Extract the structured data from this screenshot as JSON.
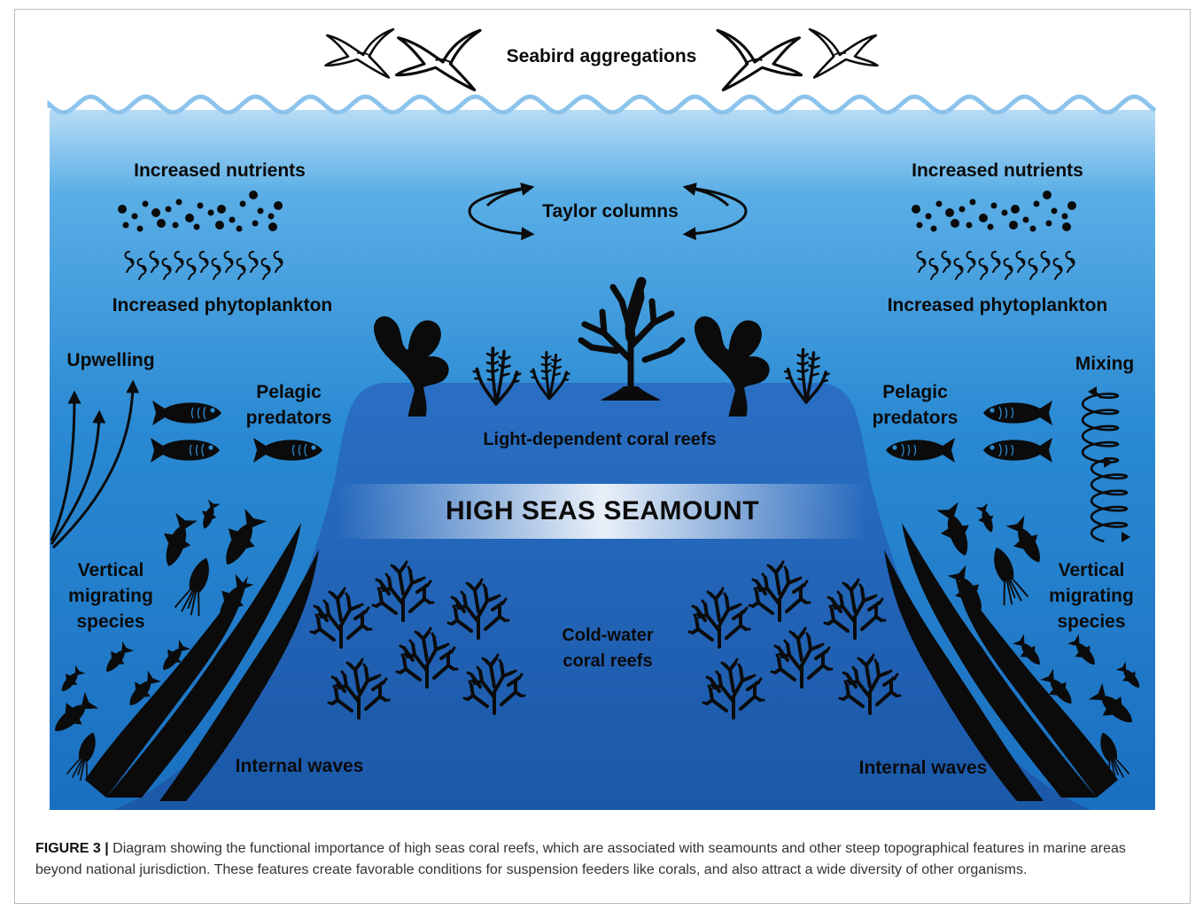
{
  "labels": {
    "seabird": "Seabird aggregations",
    "nutrients_left": "Increased nutrients",
    "nutrients_right": "Increased nutrients",
    "taylor": "Taylor columns",
    "phyto_left": "Increased phytoplankton",
    "phyto_right": "Increased phytoplankton",
    "upwelling": "Upwelling",
    "mixing": "Mixing",
    "pelagic_left_1": "Pelagic",
    "pelagic_left_2": "predators",
    "pelagic_right_1": "Pelagic",
    "pelagic_right_2": "predators",
    "light_coral": "Light-dependent coral reefs",
    "seamount": "HIGH SEAS SEAMOUNT",
    "vertical_left_1": "Vertical",
    "vertical_left_2": "migrating",
    "vertical_left_3": "species",
    "vertical_right_1": "Vertical",
    "vertical_right_2": "migrating",
    "vertical_right_3": "species",
    "cold_1": "Cold-water",
    "cold_2": "coral reefs",
    "internal_left": "Internal waves",
    "internal_right": "Internal waves"
  },
  "caption": {
    "prefix": "FIGURE 3 |",
    "text": " Diagram showing the functional importance of high seas coral reefs, which are associated with seamounts and other steep topographical features in marine areas beyond national jurisdiction. These features create favorable conditions for suspension feeders like corals, and also attract a wide diversity of other organisms."
  },
  "colors": {
    "ocean_top": "#a9d4f2",
    "ocean_mid": "#2f8fd6",
    "ocean_deep": "#1665b5",
    "seamount": "#1f5eb0",
    "wave": "#8cc3ec",
    "ink": "#0b0b0b"
  },
  "icons": [
    "seabird-icon",
    "fish-icon",
    "squid-icon",
    "coral-icon",
    "seaweed-icon",
    "arrow-icon",
    "nutrient-dot-icon",
    "phytoplankton-icon"
  ]
}
